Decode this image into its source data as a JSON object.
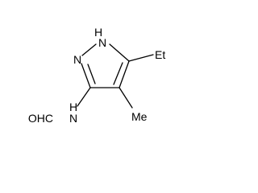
{
  "molecule": {
    "labels": {
      "nh": "H",
      "n1": "N",
      "n2": "N",
      "ethyl": "Et",
      "amide_n": "N",
      "amide_h": "H",
      "formyl": "OHC",
      "methyl": "Me"
    }
  }
}
